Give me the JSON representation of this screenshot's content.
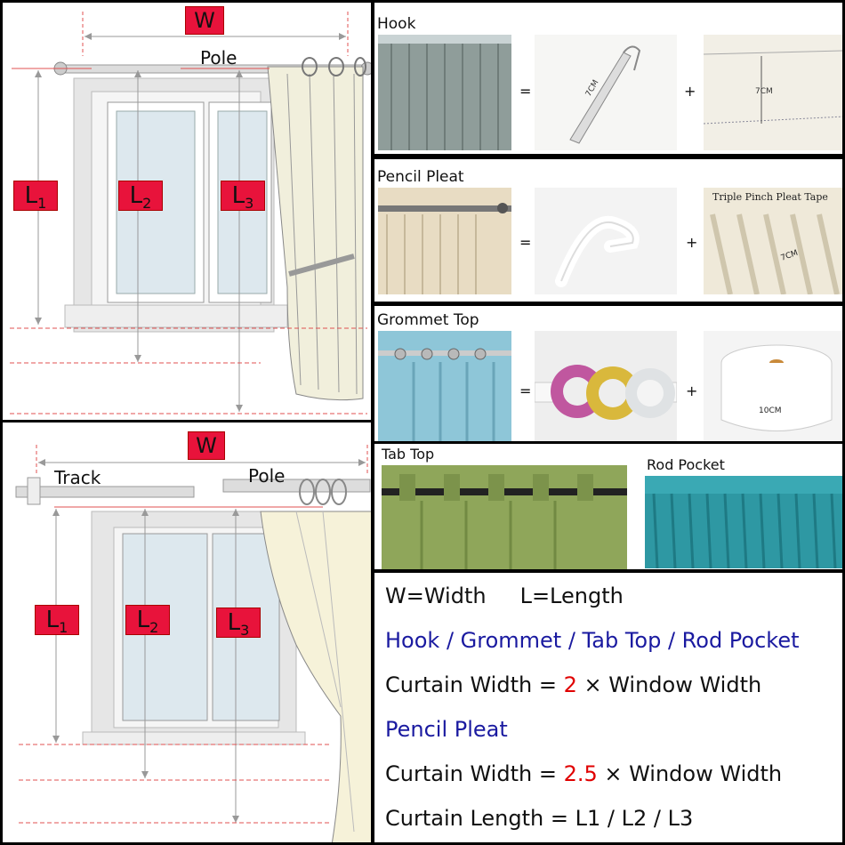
{
  "top_diagram": {
    "width_label": "W",
    "pole_label": "Pole",
    "l1": "L",
    "l1_sub": "1",
    "l2": "L",
    "l2_sub": "2",
    "l3": "L",
    "l3_sub": "3"
  },
  "bottom_diagram": {
    "width_label": "W",
    "track_label": "Track",
    "pole_label": "Pole",
    "l1": "L",
    "l1_sub": "1",
    "l2": "L",
    "l2_sub": "2",
    "l3": "L",
    "l3_sub": "3"
  },
  "hook": {
    "title": "Hook",
    "equals": "=",
    "plus": "+",
    "hook_measure": "7CM",
    "tape_measure": "7CM"
  },
  "pencil_pleat": {
    "title": "Pencil Pleat",
    "equals": "=",
    "plus": "+",
    "tape_label": "Triple Pinch Pleat Tape",
    "tape_measure": "7CM"
  },
  "grommet": {
    "title": "Grommet Top",
    "equals": "=",
    "plus": "+",
    "tape_measure": "10CM"
  },
  "tab_top": {
    "title": "Tab Top"
  },
  "rod_pocket": {
    "title": "Rod Pocket"
  },
  "legend": {
    "line1_w": "W=Width",
    "line1_l": "L=Length",
    "line2": "Hook / Grommet / Tab Top / Rod Pocket",
    "line3_pre": "Curtain Width = ",
    "line3_num": "2",
    "line3_post": " × Window Width",
    "line4": "Pencil Pleat",
    "line5_pre": "Curtain Width = ",
    "line5_num": "2.5",
    "line5_post": " × Window Width",
    "line6": "Curtain Length = L1 / L2 / L3"
  }
}
